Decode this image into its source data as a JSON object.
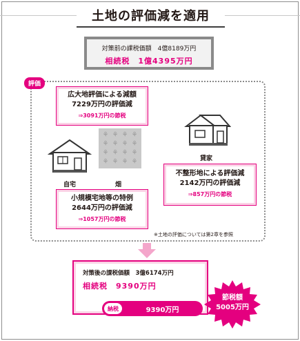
{
  "title": "土地の評価減を適用",
  "before": {
    "line1": "対策前の課税価額　4億8189万円",
    "line2": "相続税　1億4395万円"
  },
  "tag": "評価",
  "box_wide": {
    "line1": "広大地評価による減額",
    "line2": "7229万円の評価減",
    "effect": "⇒3091万円の節税"
  },
  "box_small": {
    "line1": "小規模宅地等の特例",
    "line2": "2644万円の評価減",
    "effect": "⇒1057万円の節税"
  },
  "box_irregular": {
    "line1": "不整形地による評価減",
    "line2": "2142万円の評価減",
    "effect": "⇒857万円の節税"
  },
  "captions": {
    "home": "自宅",
    "field": "畑",
    "rental": "貸家"
  },
  "note": "※土地の評価については第2章を参照",
  "after": {
    "line1": "対策後の課税価額　3億6174万円",
    "line2": "相続税　9390万円"
  },
  "bar": {
    "tag": "納税",
    "value": "9390万円"
  },
  "saving": {
    "line1": "節税額",
    "line2": "5005万円"
  },
  "colors": {
    "accent": "#e4007f",
    "accent_light": "#fbd3e6",
    "gray": "#8a8a8a"
  }
}
